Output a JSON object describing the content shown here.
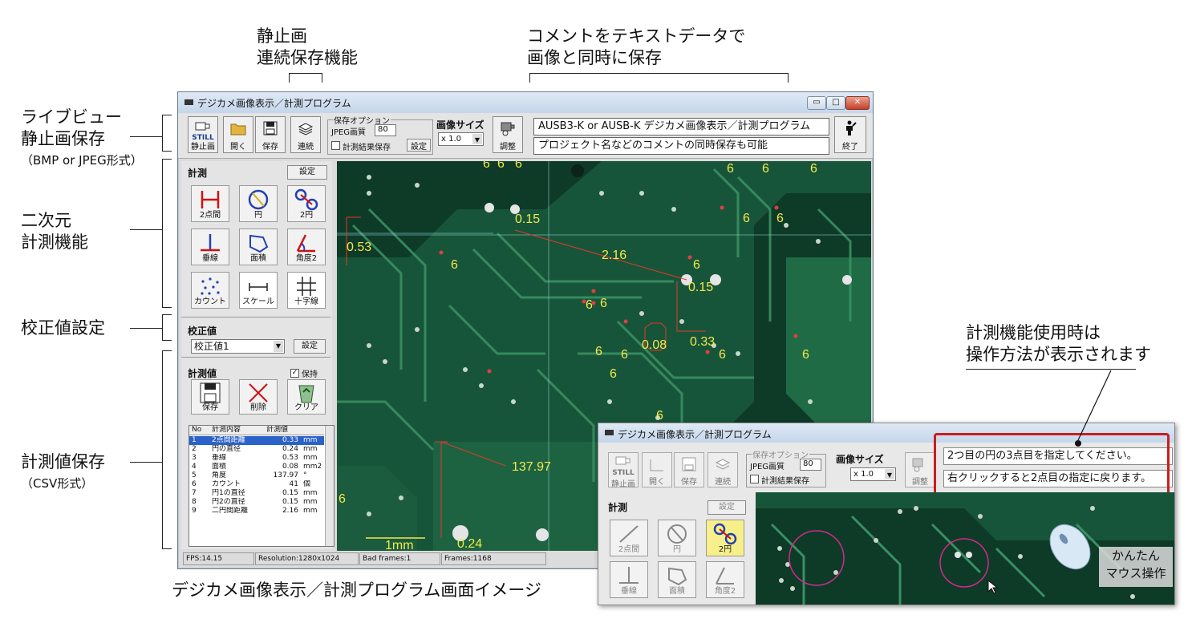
{
  "annotations": {
    "still_continuous": [
      "静止画",
      "連続保存機能"
    ],
    "comment_save": [
      "コメントをテキストデータで",
      "画像と同時に保存"
    ],
    "liveview": [
      "ライブビュー",
      "静止画保存"
    ],
    "liveview_sub": "（BMP or JPEG形式）",
    "two_d": [
      "二次元",
      "計測機能"
    ],
    "calibration": "校正値設定",
    "save_values": "計測値保存",
    "save_values_sub": "（CSV形式）",
    "operation": [
      "計測機能使用時は",
      "操作方法が表示されます"
    ],
    "caption": "デジカメ画像表示／計測プログラム画面イメージ"
  },
  "window": {
    "title": "デジカメ画像表示／計測プログラム",
    "controls": [
      "▭",
      "□",
      "✕"
    ]
  },
  "toolbar": {
    "still_top": "STILL",
    "still_label": "静止画",
    "open_label": "開く",
    "save_label": "保存",
    "continuous_label": "連続",
    "save_options_title": "保存オプション",
    "jpeg_quality_label": "JPEG画質",
    "jpeg_quality_value": "80",
    "measure_result_save_label": "計測結果保存",
    "settings_label": "設定",
    "image_size_label": "画像サイズ",
    "image_size_value": "x 1.0",
    "adjust_label": "調整",
    "comment_line1": "AUSB3-K or AUSB-K デジカメ画像表示／計測プログラム",
    "comment_line2": "プロジェクト名などのコメントの同時保存も可能",
    "exit_label": "終了"
  },
  "measure": {
    "title": "計測",
    "settings": "設定",
    "tools": [
      "2点間",
      "円",
      "2円",
      "垂線",
      "面積",
      "角度2",
      "カウント",
      "スケール",
      "十字線"
    ]
  },
  "calibration": {
    "title": "校正値",
    "selected": "校正値1",
    "settings": "設定"
  },
  "values": {
    "title": "計測値",
    "keep_label": "保持",
    "keep_checked": true,
    "save": "保存",
    "delete": "削除",
    "clear": "クリア"
  },
  "table": {
    "headers": [
      "No",
      "計測内容",
      "計測値"
    ],
    "rows": [
      [
        "1",
        "2点間距離",
        "0.33",
        "mm"
      ],
      [
        "2",
        "円の直径",
        "0.24",
        "mm"
      ],
      [
        "3",
        "垂線",
        "0.53",
        "mm"
      ],
      [
        "4",
        "面積",
        "0.08",
        "mm2"
      ],
      [
        "5",
        "角度",
        "137.97",
        "°"
      ],
      [
        "6",
        "カウント",
        "41",
        "個"
      ],
      [
        "7",
        "円1の直径",
        "0.15",
        "mm"
      ],
      [
        "8",
        "円2の直径",
        "0.15",
        "mm"
      ],
      [
        "9",
        "二円間距離",
        "2.16",
        "mm"
      ]
    ]
  },
  "status": {
    "fps": "FPS:14.15",
    "resolution": "Resolution:1280x1024",
    "bad": "Bad frames:1",
    "frames": "Frames:1168"
  },
  "image_labels": {
    "m_053": "0.53",
    "m_015a": "0.15",
    "m_216": "2.16",
    "m_015b": "0.15",
    "m_008": "0.08",
    "m_033": "0.33",
    "m_13797": "137.97",
    "m_024": "0.24",
    "scale": "1mm",
    "six": "6"
  },
  "inset": {
    "title": "デジカメ画像表示／計測プログラム",
    "still_top": "STILL",
    "still_label": "静止画",
    "open_label": "開く",
    "save_label": "保存",
    "continuous_label": "連続",
    "save_options_title": "保存オプション",
    "jpeg_quality_label": "JPEG画質",
    "jpeg_quality_value": "80",
    "measure_result_save_label": "計測結果保存",
    "image_size_label": "画像サイズ",
    "image_size_value": "x 1.0",
    "adjust_label": "調整",
    "help_line1": "2つ目の円の3点目を指定してください。",
    "help_line2": "右クリックすると2点目の指定に戻ります。",
    "measure_title": "計測",
    "settings": "設定",
    "tools": [
      "2点間",
      "円",
      "2円",
      "垂線",
      "面積",
      "角度2"
    ],
    "mouse_label": [
      "かんたん",
      "マウス操作"
    ]
  }
}
